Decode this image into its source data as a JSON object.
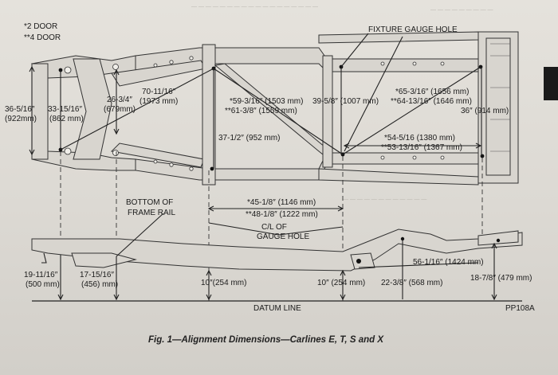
{
  "legend": {
    "two_door": "*2 DOOR",
    "four_door": "**4 DOOR"
  },
  "labels": {
    "fixture_gauge_hole": "FIXTURE GAUGE HOLE",
    "bottom_frame_rail_1": "BOTTOM OF",
    "bottom_frame_rail_2": "FRAME RAIL",
    "cl_gauge_1": "C/L OF",
    "cl_gauge_2": "GAUGE HOLE",
    "datum_line": "DATUM LINE",
    "ref_code": "PP108A",
    "caption": "Fig. 1—Alignment Dimensions—Carlines E, T, S and X"
  },
  "dims": {
    "d36_in": "36-5/16″",
    "d36_mm": "(922mm)",
    "d33_in": "33-15/16″",
    "d33_mm": "(862 mm)",
    "d26_in": "26-3/4″",
    "d26_mm": "(679mm)",
    "d70_in": "70-11/16″",
    "d70_mm": "(1973 mm)",
    "d59": "*59-3/16″ (1503 mm)",
    "d61": "**61-3/8″ (1559 mm)",
    "d37": "37-1/2″ (952 mm)",
    "d39": "39-5/8″ (1007 mm)",
    "d65": "*65-3/16″ (1656 mm)",
    "d64": "**64-13/16″ (1646 mm)",
    "d36b": "36″ (914 mm)",
    "d54": "*54-5/16 (1380 mm)",
    "d53": "**53-13/16″ (1367 mm)",
    "d45": "*45-1/8″ (1146 mm)",
    "d48": "**48-1/8″ (1222 mm)",
    "d19_in": "19-11/16″",
    "d19_mm": "(500 mm)",
    "d17_in": "17-15/16″",
    "d17_mm": "(456) mm)",
    "d10a": "10″(254 mm)",
    "d10b": "10″ (254 mm)",
    "d22": "22-3/8″ (568 mm)",
    "d56": "56-1/16″ (1424 mm)",
    "d18": "18-7/8″ (479 mm)"
  }
}
